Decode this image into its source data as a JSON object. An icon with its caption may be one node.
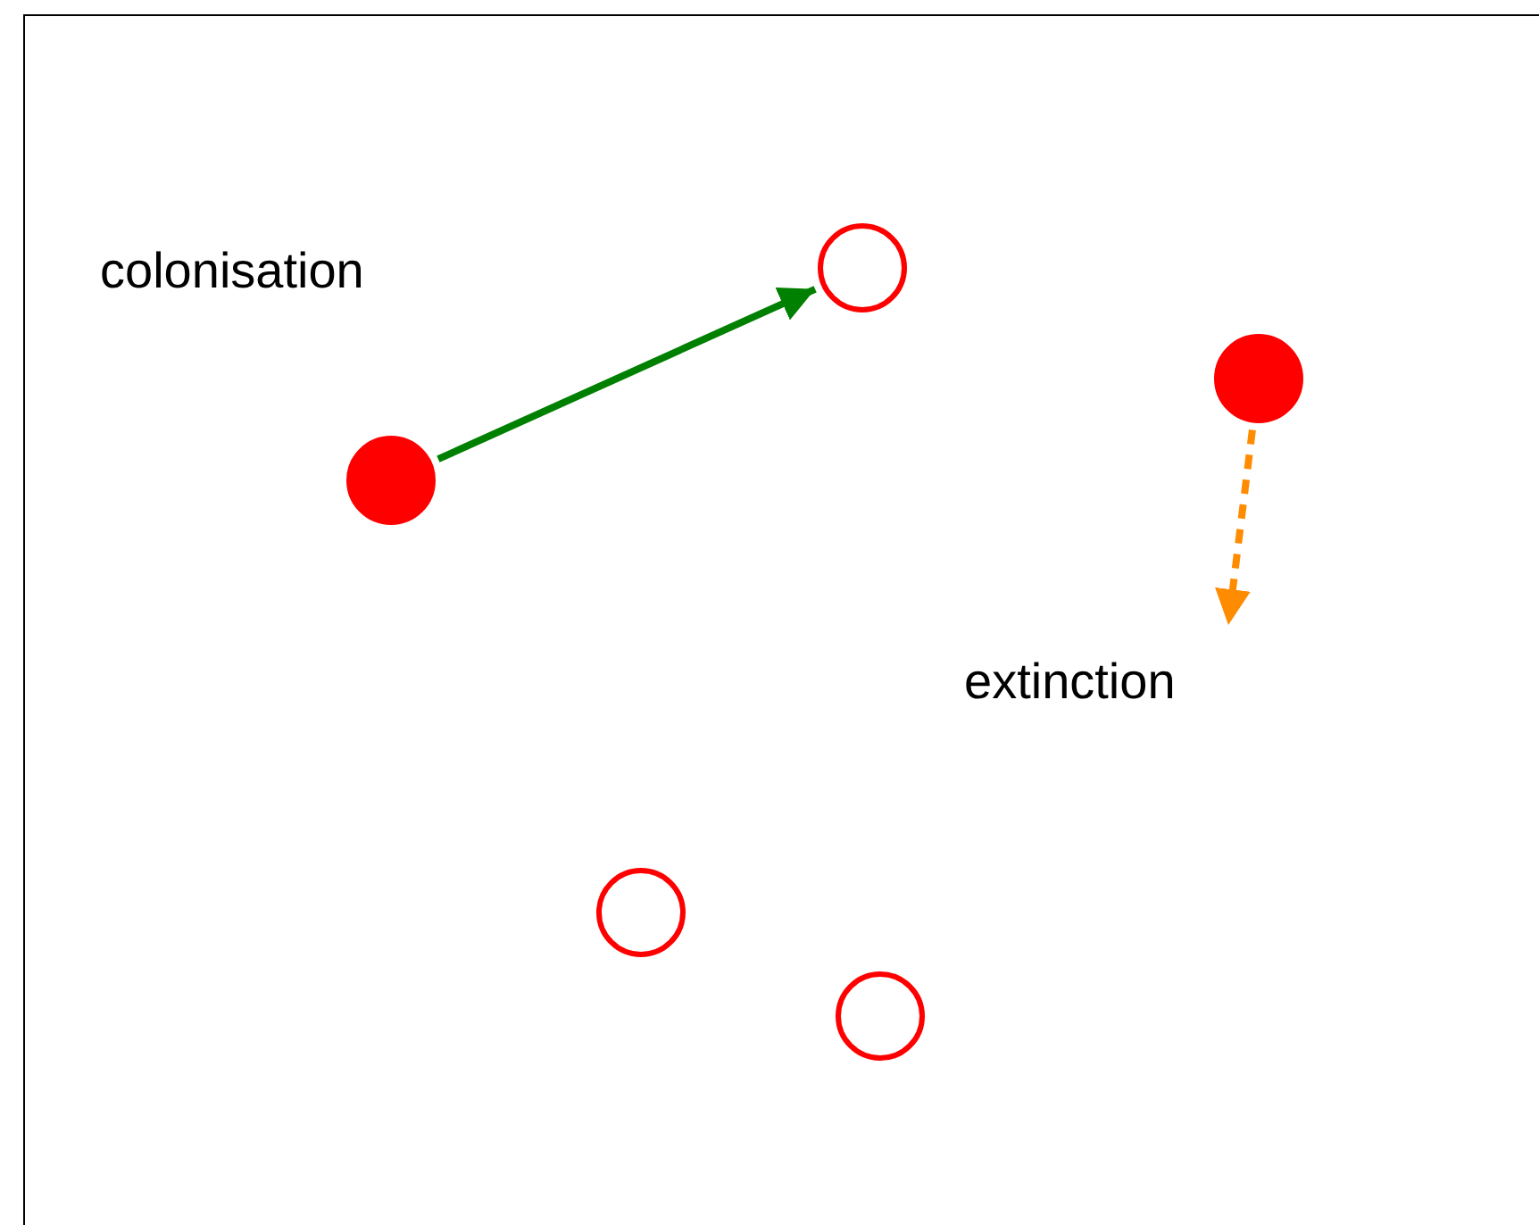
{
  "diagram": {
    "nodes": [
      {
        "text": [],
        "shape": "circle"
      },
      {
        "text": [],
        "shape": "dot"
      },
      {
        "text": [],
        "shape": "dot"
      },
      {
        "text": [],
        "shape": "circle"
      },
      {
        "text": [],
        "shape": "circle"
      }
    ],
    "edges": [
      {
        "from": 2,
        "to": 0,
        "arrow": "to",
        "color": "#008000"
      },
      {
        "from": 1,
        "to": null,
        "arrow": "to",
        "style": "dashed",
        "color": "#ff8c00"
      }
    ],
    "labels": [
      "colonisation",
      "extinction"
    ]
  }
}
